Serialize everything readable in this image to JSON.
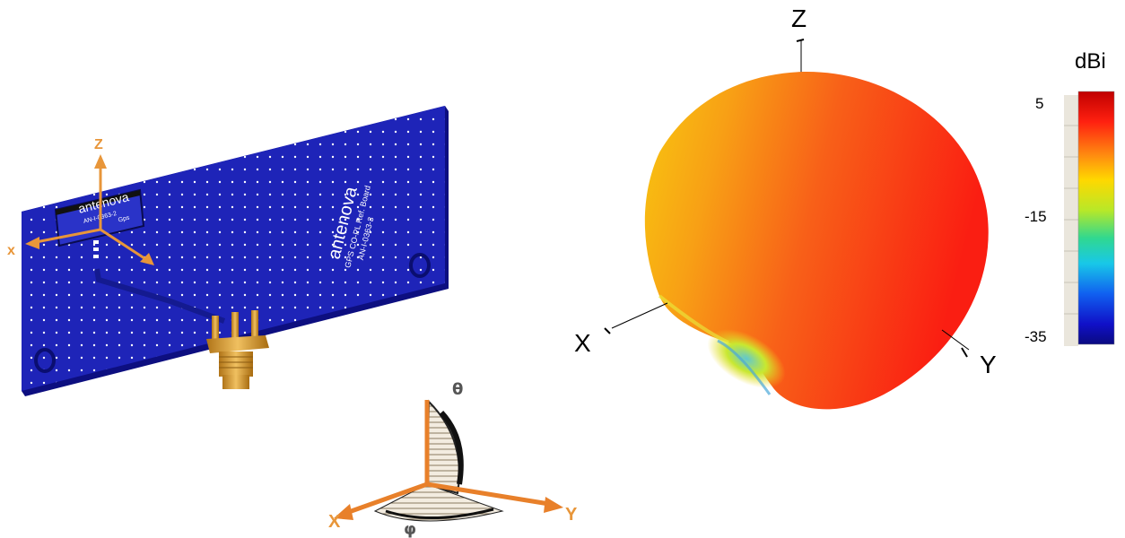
{
  "pcb": {
    "logo_small": "antenova",
    "part_small": "AN-I-0363-2",
    "sub_small": "Gps",
    "logo_large": "antenova",
    "board_line1": "GPS  CO-PL  Ref.  Board",
    "board_line2": "AN-I-0363-3",
    "axis_z": "Z",
    "axis_x": "x"
  },
  "coord_legend": {
    "theta": "θ",
    "phi": "φ",
    "axis_x": "X",
    "axis_y": "Y"
  },
  "pattern": {
    "axis_z": "Z",
    "axis_x": "X",
    "axis_y": "Y"
  },
  "colorbar": {
    "unit": "dBi",
    "ticks": [
      "5",
      "-15",
      "-35"
    ]
  }
}
